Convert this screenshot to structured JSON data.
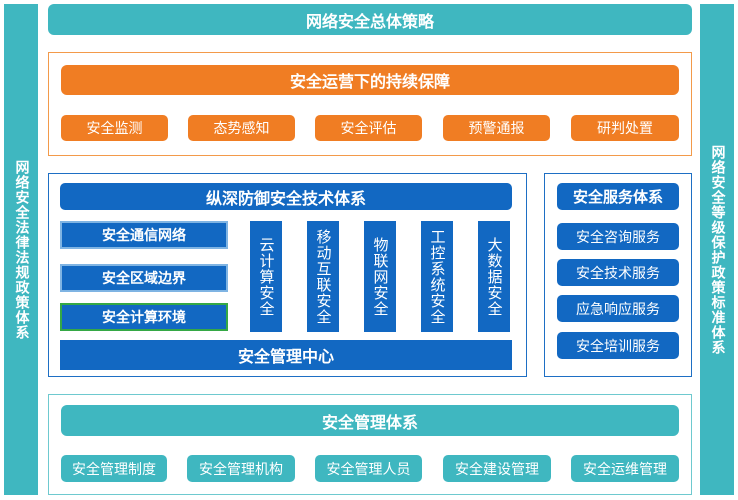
{
  "top_title": "网络安全总体策略",
  "left_bar": "网络安全法律法规政策体系",
  "right_bar": "网络安全等级保护政策标准体系",
  "ops": {
    "title": "安全运营下的持续保障",
    "items": [
      "安全监测",
      "态势感知",
      "安全评估",
      "预警通报",
      "研判处置"
    ]
  },
  "defense": {
    "title": "纵深防御安全技术体系",
    "domains": [
      "安全通信网络",
      "安全区域边界",
      "安全计算环境"
    ],
    "columns": [
      "云计算安全",
      "移动互联安全",
      "物联网安全",
      "工控系统安全",
      "大数据安全"
    ],
    "center": "安全管理中心"
  },
  "services": {
    "title": "安全服务体系",
    "items": [
      "安全咨询服务",
      "安全技术服务",
      "应急响应服务",
      "安全培训服务"
    ]
  },
  "mgmt": {
    "title": "安全管理体系",
    "items": [
      "安全管理制度",
      "安全管理机构",
      "安全管理人员",
      "安全建设管理",
      "安全运维管理"
    ]
  },
  "colors": {
    "teal": "#3fb7c0",
    "orange": "#f07d23",
    "blue": "#1268c2"
  }
}
